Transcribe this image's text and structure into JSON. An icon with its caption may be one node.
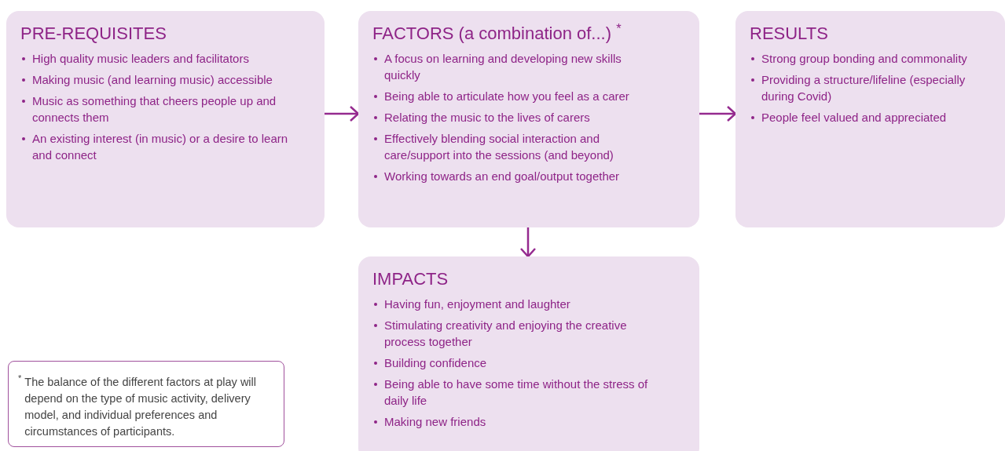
{
  "diagram": {
    "nodes": [
      {
        "text": [
          "PRE-REQUISITES",
          "High quality music leaders and facilitators",
          "Making music (and learning music) accessible",
          "Music as something that cheers people up and connects them",
          "An existing interest (in music) or a desire to learn and connect"
        ]
      },
      {
        "text": [
          "FACTORS (a combination of...) $^{*}$",
          "A focus on learning and developing new skills quickly",
          "Being able to articulate how you feel as a carer",
          "Relating the music to the lives of carers",
          "Effectively blending social interaction and care/support into the sessions (and beyond)",
          "Working towards an end goal/output together"
        ]
      },
      {
        "text": [
          "RESULTS",
          "Strong group bonding and commonality",
          "Providing a structure/lifeline (especially during Covid)",
          "People feel valued and appreciated"
        ]
      },
      {
        "text": [
          "IMPACTS",
          "Having fun, enjoyment and laughter",
          "Stimulating creativity and enjoying the creative process together",
          "Building confidence",
          "Being able to have some time without the stress of daily life",
          "Making new friends"
        ]
      },
      {
        "text": [
          "*",
          "The balance of the different factors at play will depend on the type of music activity, delivery model, and individual preferences and circumstances of participants."
        ]
      }
    ],
    "edges": [
      {
        "from": 0,
        "to": 1,
        "arrow": "to"
      },
      {
        "from": 1,
        "to": 2,
        "arrow": "to"
      },
      {
        "from": 1,
        "to": 3,
        "arrow": "to"
      }
    ]
  }
}
